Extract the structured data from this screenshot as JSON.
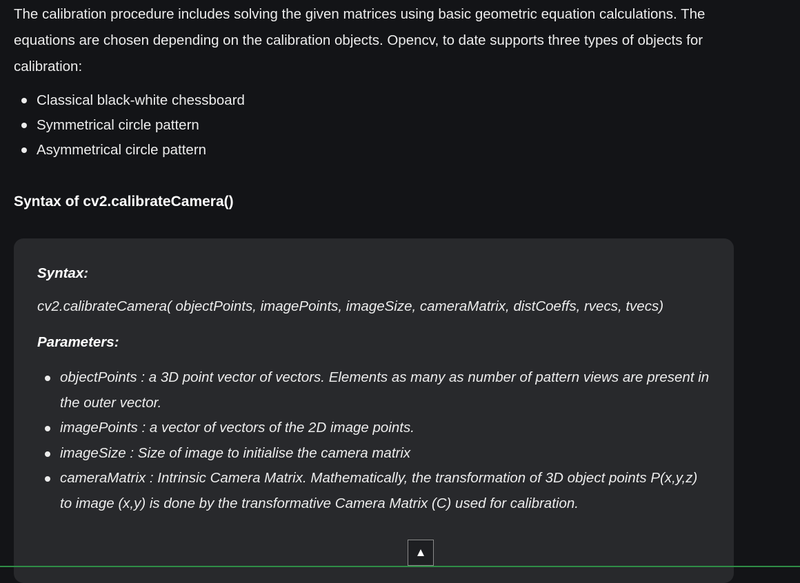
{
  "article": {
    "intro": "The calibration procedure includes solving the given matrices using basic geometric equation calculations. The equations are chosen depending on the calibration objects. Opencv, to date supports three types of objects for calibration:",
    "calibration_objects": [
      "Classical black-white chessboard",
      "Symmetrical circle pattern",
      "Asymmetrical circle pattern"
    ],
    "syntax_heading": "Syntax of cv2.calibrateCamera()"
  },
  "syntax_box": {
    "syntax_label": "Syntax:",
    "syntax_code": "cv2.calibrateCamera( objectPoints, imagePoints, imageSize, cameraMatrix, distCoeffs, rvecs, tvecs)",
    "parameters_label": "Parameters:",
    "parameters": [
      "objectPoints : a 3D point vector of vectors. Elements as many as number of pattern views are present in the outer vector.",
      "imagePoints :  a vector of vectors of the 2D image points.",
      "imageSize : Size of image to initialise the camera matrix",
      "cameraMatrix : Intrinsic Camera Matrix. Mathematically, the transformation of 3D object points P(x,y,z) to image (x,y) is done by the transformative Camera Matrix (C) used for calibration."
    ]
  },
  "scroll_to_top": {
    "icon": "arrow-up-icon",
    "glyph": "▲"
  },
  "colors": {
    "background": "#131417",
    "code_box": "#28292c",
    "accent_line": "#2f8d46"
  }
}
